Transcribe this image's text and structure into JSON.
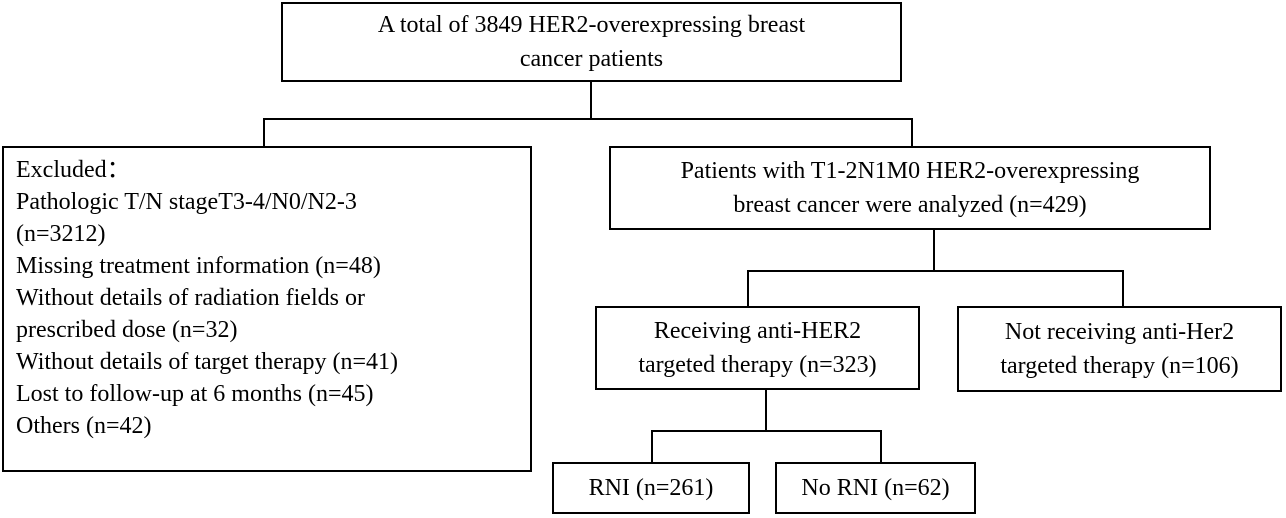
{
  "nodes": {
    "total": {
      "lines": [
        "A total of  3849 HER2-overexpressing breast",
        "cancer patients"
      ]
    },
    "excluded": {
      "title": "Excluded：",
      "items": [
        "Pathologic T/N stageT3-4/N0/N2-3",
        "(n=3212)",
        "Missing treatment information (n=48)",
        "Without details of radiation fields or",
        "prescribed dose (n=32)",
        "Without details of target therapy (n=41)",
        "Lost to follow-up at 6 months (n=45)",
        "Others (n=42)"
      ]
    },
    "analyzed": {
      "lines": [
        "Patients with T1-2N1M0 HER2-overexpressing",
        "breast cancer were analyzed (n=429)"
      ]
    },
    "receiving": {
      "lines": [
        "Receiving anti-HER2",
        "targeted therapy (n=323)"
      ]
    },
    "not_receiving": {
      "lines": [
        "Not receiving anti-Her2",
        "targeted therapy (n=106)"
      ]
    },
    "rni": {
      "label": "RNI (n=261)"
    },
    "no_rni": {
      "label": "No RNI (n=62)"
    }
  }
}
